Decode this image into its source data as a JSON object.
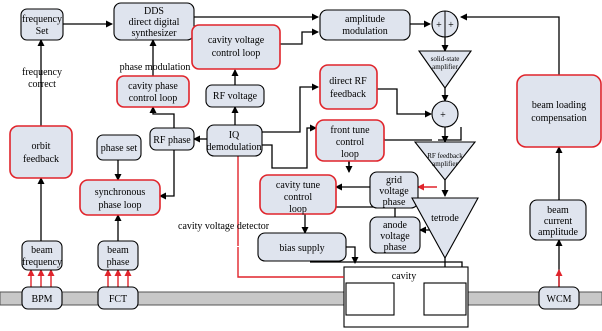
{
  "blocks": {
    "frequency_set": [
      "frequency",
      "Set"
    ],
    "dds": [
      "DDS",
      "direct digital",
      "synthesizer"
    ],
    "amplitude_modulation": [
      "amplitude",
      "modulation"
    ],
    "cavity_voltage_control_loop": [
      "cavity voltage",
      "control loop"
    ],
    "rf_voltage": "RF voltage",
    "cavity_phase_control_loop": [
      "cavity phase",
      "control loop"
    ],
    "orbit_feedback": [
      "orbit",
      "feedback"
    ],
    "iq_demodulation": [
      "IQ",
      "demodulation"
    ],
    "rf_phase": "RF phase",
    "phase_set": "phase set",
    "synchronous_phase_loop": [
      "synchronous",
      "phase loop"
    ],
    "direct_rf_feedback": [
      "direct RF",
      "feedback"
    ],
    "front_tune_control_loop": [
      "front tune",
      "control",
      "loop"
    ],
    "cavity_tune_control_loop": [
      "cavity tune",
      "control",
      "loop"
    ],
    "grid_voltage_phase": [
      "grid",
      "voltage",
      "phase"
    ],
    "anode_voltage_phase": [
      "anode",
      "voltage",
      "phase"
    ],
    "bias_supply": "bias supply",
    "beam_frequency": [
      "beam",
      "frequency"
    ],
    "beam_phase": [
      "beam",
      "phase"
    ],
    "beam_loading_compensation": [
      "beam loading",
      "compensation"
    ],
    "beam_current_amplitude": [
      "beam",
      "current",
      "amplitude"
    ]
  },
  "amplifiers": {
    "solid_state": [
      "solid-state",
      "amplifier"
    ],
    "rf_feedback": [
      "RF feedback",
      "amplifier"
    ],
    "tetrode": "tetrode"
  },
  "labels": {
    "phase_modulation": "phase modulation",
    "frequency_correct": [
      "frequency",
      "correct"
    ],
    "cavity_voltage_detector": "cavity voltage detector",
    "cavity": "cavity",
    "plus": "+"
  },
  "beamline": {
    "bpm": "BPM",
    "fct": "FCT",
    "wcm": "WCM"
  },
  "colors": {
    "block_fill": "#dfe4ee",
    "red_border": "#e0242b",
    "pipe": "#c8c8c8"
  }
}
